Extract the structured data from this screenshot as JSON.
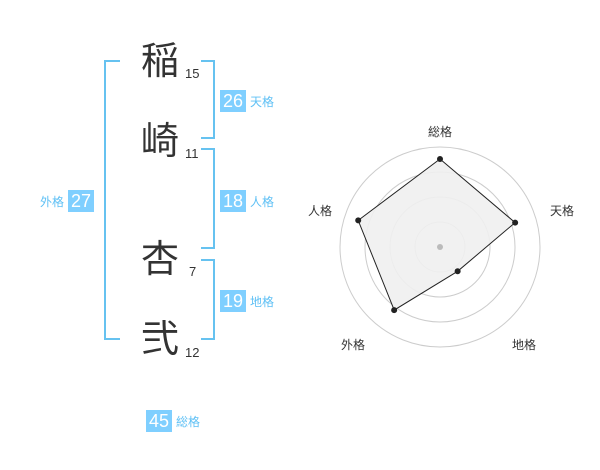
{
  "name": {
    "chars": [
      {
        "char": "稲",
        "strokes": "15"
      },
      {
        "char": "崎",
        "strokes": "11"
      },
      {
        "char": "杏",
        "strokes": "7"
      },
      {
        "char": "弐",
        "strokes": "12"
      }
    ]
  },
  "scores": {
    "tenkaku": {
      "label": "天格",
      "value": "26"
    },
    "jinkaku": {
      "label": "人格",
      "value": "18"
    },
    "chikaku": {
      "label": "地格",
      "value": "19"
    },
    "gaikaku": {
      "label": "外格",
      "value": "27"
    },
    "soukaku": {
      "label": "総格",
      "value": "45"
    }
  },
  "radar": {
    "labels": {
      "top": "総格",
      "right": "天格",
      "bottom_right": "地格",
      "bottom_left": "外格",
      "left": "人格"
    },
    "levels": [
      0.88,
      0.79,
      0.3,
      0.78,
      0.86
    ],
    "fill_color": "#f0f0f0",
    "line_color": "#222222",
    "ring_color": "#cccccc"
  }
}
